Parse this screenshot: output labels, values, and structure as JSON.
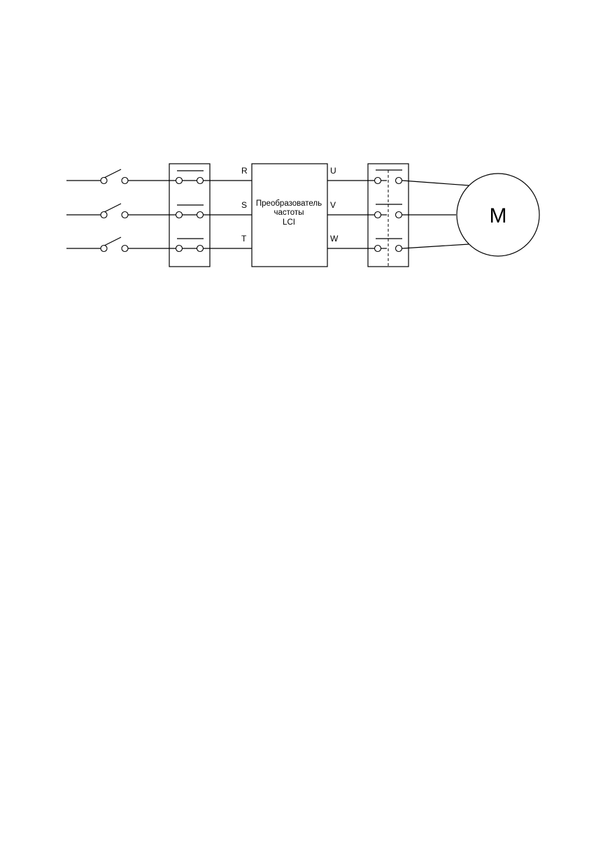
{
  "diagram": {
    "input_phases": [
      "R",
      "S",
      "T"
    ],
    "output_phases": [
      "U",
      "V",
      "W"
    ],
    "converter": {
      "line1": "Преобразователь",
      "line2": "частоты",
      "line3": "LCI"
    },
    "motor": {
      "label": "M"
    }
  }
}
